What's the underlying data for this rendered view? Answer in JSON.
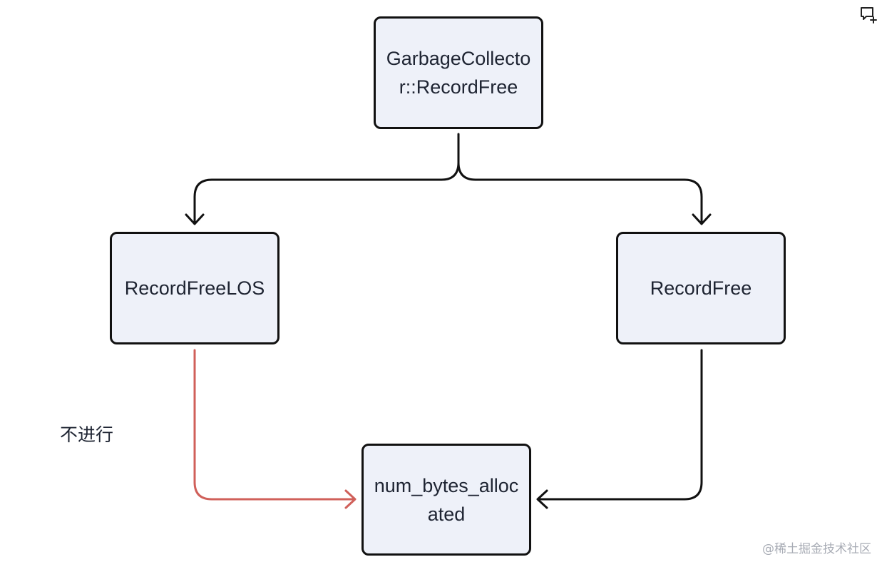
{
  "diagram": {
    "nodes": {
      "top": "GarbageCollector::RecordFree",
      "left": "RecordFreeLOS",
      "right": "RecordFree",
      "bottom": "num_bytes_allocated"
    },
    "edge_label": "不进行",
    "watermark": "@稀土掘金技术社区",
    "colors": {
      "node_fill": "#eef1f9",
      "node_border": "#111111",
      "edge": "#111111",
      "edge_highlight": "#d0605a",
      "text": "#1e2432"
    },
    "icons": {
      "corner": "comment-add-icon"
    }
  }
}
